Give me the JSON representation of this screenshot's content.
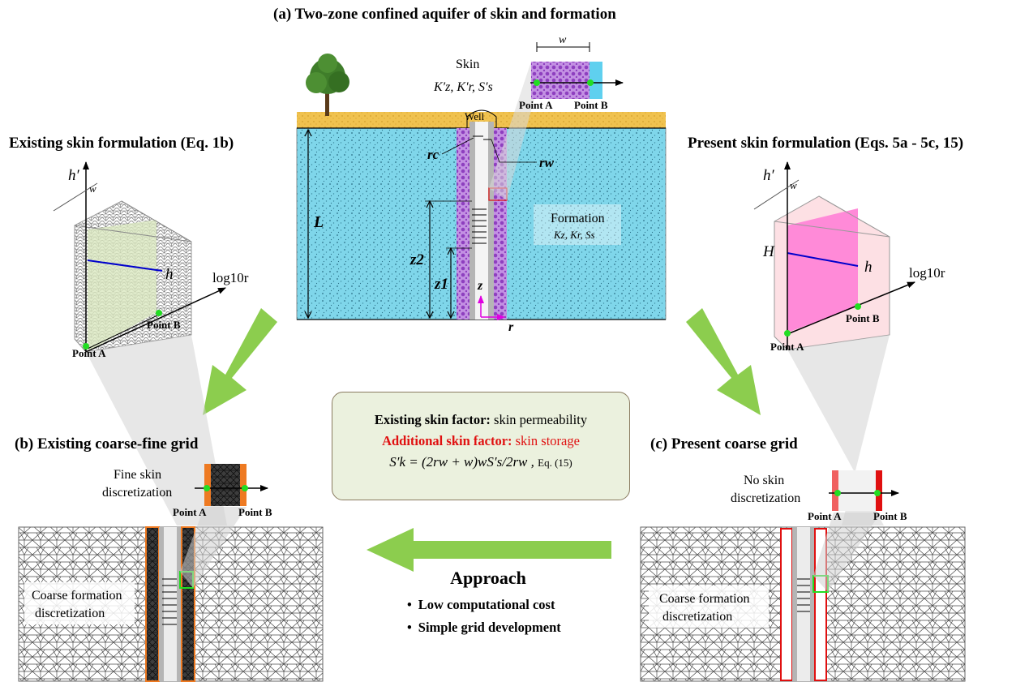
{
  "titles": {
    "a": "(a)  Two-zone confined aquifer of skin and formation",
    "existing_skin": "Existing skin formulation (Eq. 1b)",
    "present_skin": "Present skin formulation (Eqs. 5a - 5c, 15)",
    "b": "(b) Existing coarse-fine grid",
    "c": "(c) Present coarse grid"
  },
  "aquifer": {
    "skin_label": "Skin",
    "skin_params": "K′z, K′r, S′s",
    "well_label": "Well",
    "formation_label": "Formation",
    "formation_params": "Kz, Kr, Ss",
    "rc": "rc",
    "rw": "rw",
    "L": "L",
    "z2": "z2",
    "z1": "z1",
    "z": "z",
    "r": "r",
    "w": "w",
    "point_a": "Point A",
    "point_b": "Point B"
  },
  "existing_prism": {
    "h_prime": "h′",
    "w": "w",
    "h": "h",
    "log_r": "log10r",
    "point_a": "Point A",
    "point_b": "Point B"
  },
  "present_prism": {
    "h_prime": "h′",
    "w": "w",
    "H": "H",
    "h": "h",
    "log_r": "log10r",
    "point_a": "Point A",
    "point_b": "Point B"
  },
  "formula_box": {
    "line1_bold": "Existing skin factor:",
    "line1_rest": " skin permeability",
    "line2_bold": "Additional skin factor:",
    "line2_rest": " skin storage",
    "equation": "S′k = (2rw + w)wS′s/2rw ,",
    "eq_ref": "Eq. (15)"
  },
  "grid_b": {
    "fine_label_1": "Fine skin",
    "fine_label_2": "discretization",
    "point_a": "Point A",
    "point_b": "Point B",
    "coarse_label_1": "Coarse formation",
    "coarse_label_2": "discretization"
  },
  "grid_c": {
    "no_label_1": "No skin",
    "no_label_2": "discretization",
    "point_a": "Point A",
    "point_b": "Point B",
    "coarse_label_1": "Coarse formation",
    "coarse_label_2": "discretization"
  },
  "approach": {
    "title": "Approach",
    "items": [
      "Low computational cost",
      "Simple grid development"
    ]
  },
  "colors": {
    "aquifer": "#7fd6ea",
    "ground": "#f0c24f",
    "skin": "#9b4fc9",
    "arrow": "#8ccd4e",
    "formula_bg": "#ebf1de",
    "red": "#e01010",
    "orange": "#ee7a22",
    "green_point": "#22dd22",
    "magenta_panel": "#ff8ad8"
  }
}
